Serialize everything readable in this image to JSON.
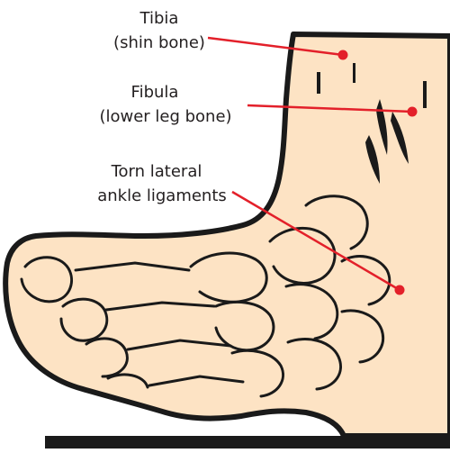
{
  "labels": {
    "tibia": {
      "line1": "Tibia",
      "line2": "(shin bone)"
    },
    "fibula": {
      "line1": "Fibula",
      "line2": "(lower leg bone)"
    },
    "ligaments": {
      "line1": "Torn lateral",
      "line2": "ankle ligaments"
    }
  },
  "colors": {
    "skin": "#fde3c4",
    "outline": "#1a1a1a",
    "pointer": "#e3202a",
    "text": "#231f20"
  },
  "icons": {
    "pointer_end": "red-dot"
  }
}
